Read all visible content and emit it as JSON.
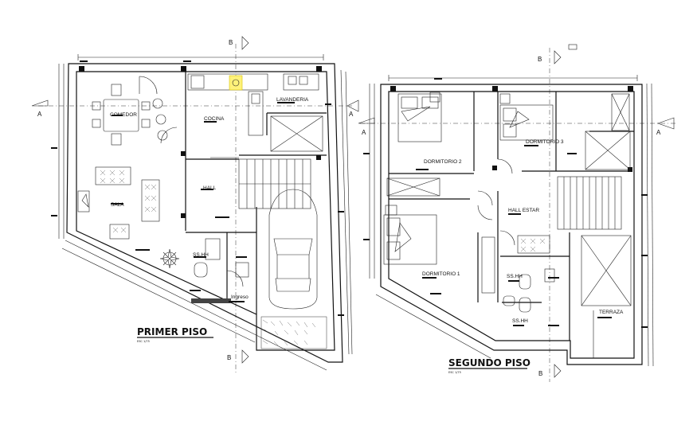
{
  "drawing": {
    "plans": [
      {
        "title": "PRIMER PISO",
        "scale_note": "ESC 1/75",
        "rooms": {
          "comedor": "COMEDOR",
          "cocina": "COCINA",
          "lavanderia": "LAVANDERIA",
          "hall": "HALL",
          "sala": "SALA",
          "sshh": "SS.HH",
          "ingreso": "Ingreso"
        }
      },
      {
        "title": "SEGUNDO PISO",
        "scale_note": "ESC 1/75",
        "rooms": {
          "dorm3": "DORMITORIO 3",
          "dorm2": "DORMITORIO 2",
          "hall_estar": "HALL ESTAR",
          "dorm1": "DORMITORIO 1",
          "sshh_a": "SS.HH",
          "sshh_b": "SS.HH",
          "terraza": "TERRAZA"
        }
      }
    ],
    "section_marks": {
      "a": "A",
      "b": "B"
    },
    "colors": {
      "line": "#111111",
      "highlight": "#fff27a",
      "paper": "#ffffff"
    }
  }
}
